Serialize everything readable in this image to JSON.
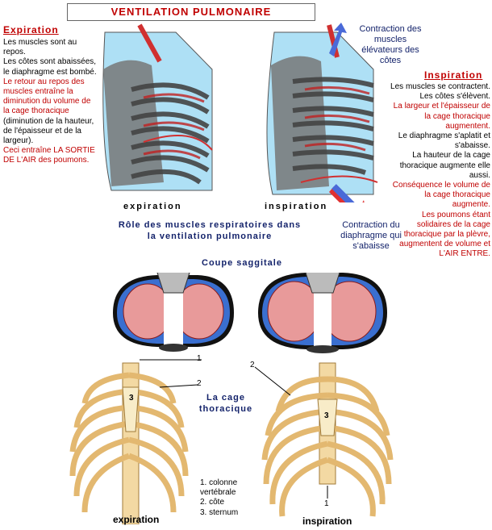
{
  "title": "VENTILATION PULMONAIRE",
  "expiration_header": "Expiration",
  "expiration_text": [
    {
      "t": "Les muscles sont au repos.",
      "red": false
    },
    {
      "t": "Les côtes sont abaissées,",
      "red": false
    },
    {
      "t": "le diaphragme est bombé.",
      "red": false
    },
    {
      "t": "Le retour au repos des muscles entraîne la diminution du volume de la cage thoracique",
      "red": true
    },
    {
      "t": "(diminution de la hauteur, de l'épaisseur et de la largeur).",
      "red": false
    },
    {
      "t": "Ceci entraîne LA SORTIE DE L'AIR des poumons.",
      "red": true
    }
  ],
  "inspiration_header": "Inspiration",
  "inspiration_text": [
    {
      "t": "Les muscles se contractent.",
      "red": false
    },
    {
      "t": "Les côtes s'élèvent.",
      "red": false
    },
    {
      "t": "La largeur et l'épaisseur de la cage thoracique augmentent.",
      "red": true
    },
    {
      "t": "Le diaphragme s'aplatit et s'abaisse.",
      "red": false
    },
    {
      "t": "La hauteur de la cage thoracique augmente elle aussi.",
      "red": false
    },
    {
      "t": "Conséquence le volume de la cage thoracique augmente.",
      "red": true
    },
    {
      "t": "Les poumons étant solidaires de la cage thoracique par la plèvre, augmentent de volume et L'AIR ENTRE.",
      "red": true
    }
  ],
  "muscles_label": "Contraction des muscles élévateurs des côtes",
  "diaphragm_label": "Contraction du diaphragme qui s'abaisse",
  "caption_expiration": "expiration",
  "caption_inspiration": "inspiration",
  "role_title": "Rôle des muscles respiratoires dans la ventilation pulmonaire",
  "coupe_title": "Coupe saggitale",
  "cage_title": "La cage thoracique",
  "legend": [
    "1. colonne vertébrale",
    "2. côte",
    "3. sternum"
  ],
  "num_labels": {
    "one": "1",
    "two": "2",
    "three": "3"
  },
  "bottom_expiration": "expiration",
  "bottom_inspiration": "inspiration",
  "colors": {
    "red": "#c00000",
    "navy": "#14236b",
    "lung_fill": "#e89a9a",
    "pleura": "#3a6fd0",
    "bone": "#f3d9a3"
  }
}
